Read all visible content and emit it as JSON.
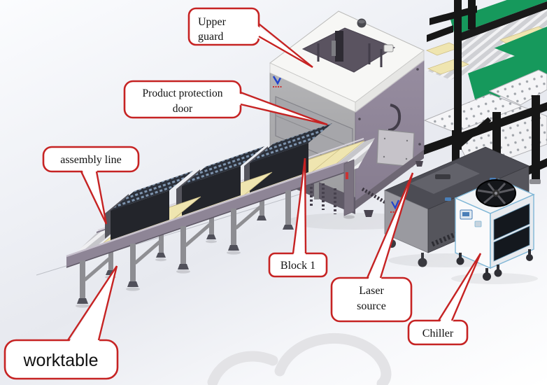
{
  "diagram_type": "CAD assembly-line annotated diagram",
  "callouts": {
    "upper_guard": {
      "line1": "Upper",
      "line2": "guard"
    },
    "product_protection_door": {
      "line1": "Product protection",
      "line2": "door"
    },
    "assembly_line": {
      "label": "assembly line"
    },
    "block_1": {
      "label": "Block 1"
    },
    "laser_source": {
      "line1": "Laser",
      "line2": "source"
    },
    "chiller": {
      "label": "Chiller"
    },
    "worktable": {
      "label": "worktable"
    }
  },
  "style": {
    "callout_border": "#c62323",
    "callout_fill": "#ffffff",
    "text_color": "#111111",
    "green_belt": "#16995c",
    "pallet_cream": "#efe5b0",
    "machine_mauve": "#91879a",
    "machine_gray": "#a9a9ad",
    "top_cover_white": "#f6f6f4",
    "chiller_trim": "#7fb6d6",
    "laser_source_dark": "#4c4c54",
    "background_tint": "#e9ebf1"
  }
}
